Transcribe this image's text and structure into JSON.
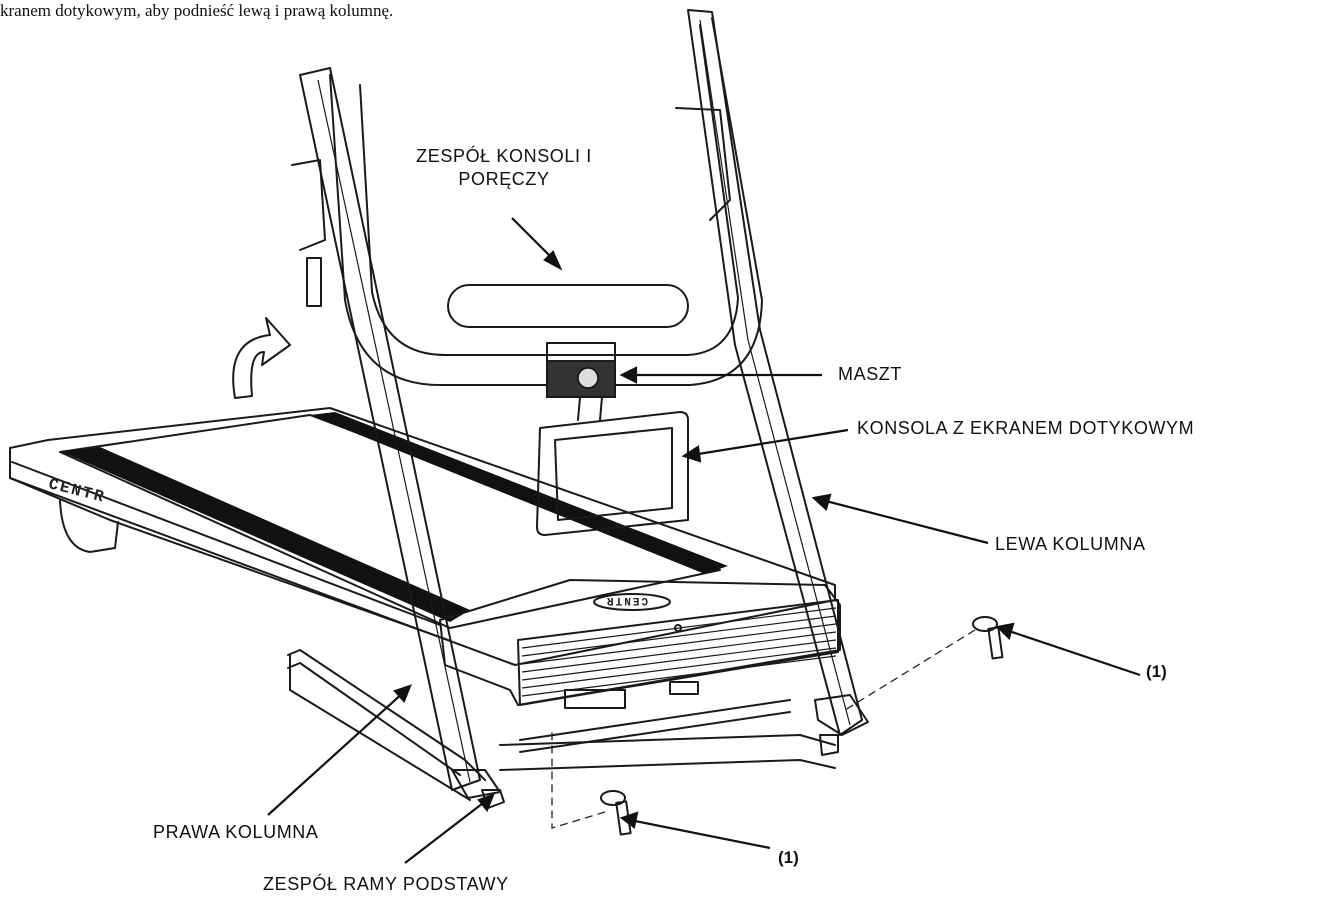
{
  "caption": "kranem dotykowym, aby podnieść lewą i prawą kolumnę.",
  "labels": {
    "console_handrail": [
      "ZESPÓŁ KONSOLI I",
      "PORĘCZY"
    ],
    "mast": "MASZT",
    "touch_console": "KONSOLA Z EKRANEM DOTYKOWYM",
    "left_column": "LEWA KOLUMNA",
    "right_column": "PRAWA KOLUMNA",
    "base_frame": "ZESPÓŁ RAMY PODSTAWY",
    "bolt_right": "(1)",
    "bolt_bottom": "(1)"
  },
  "brand": {
    "side_logo": "CENTR",
    "motor_cover_logo": "CENTR"
  }
}
